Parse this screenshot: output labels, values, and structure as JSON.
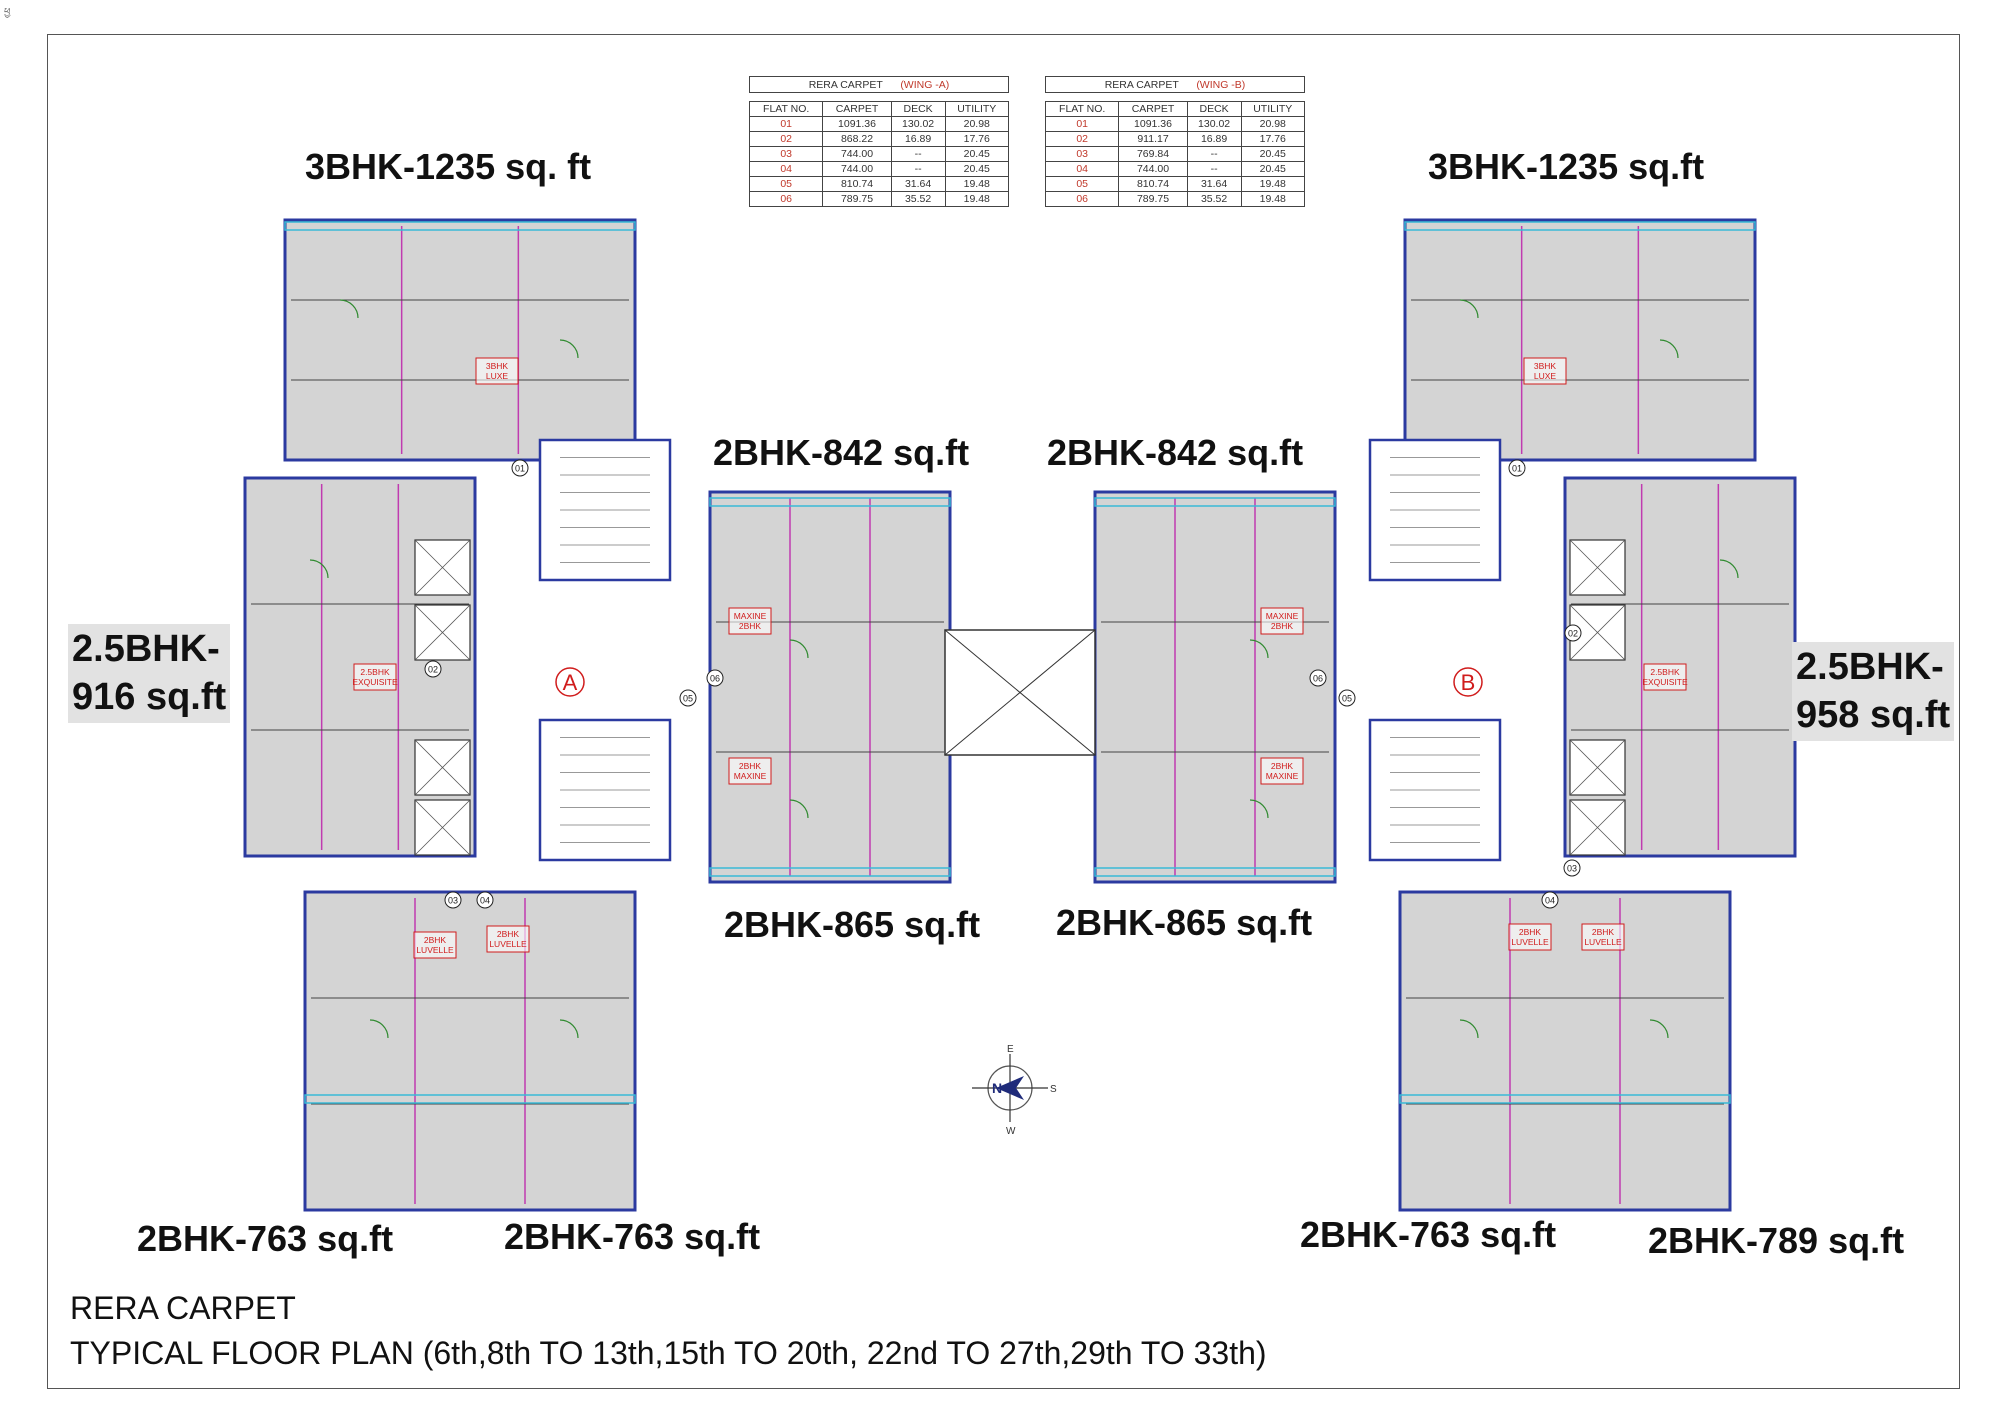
{
  "corner_mark": "ཕྱ",
  "tables": [
    {
      "title": "RERA CARPET",
      "wing": "(WING -A)",
      "headers": [
        "FLAT NO.",
        "CARPET",
        "DECK",
        "UTILITY"
      ],
      "rows": [
        [
          "01",
          "1091.36",
          "130.02",
          "20.98"
        ],
        [
          "02",
          "868.22",
          "16.89",
          "17.76"
        ],
        [
          "03",
          "744.00",
          "--",
          "20.45"
        ],
        [
          "04",
          "744.00",
          "--",
          "20.45"
        ],
        [
          "05",
          "810.74",
          "31.64",
          "19.48"
        ],
        [
          "06",
          "789.75",
          "35.52",
          "19.48"
        ]
      ]
    },
    {
      "title": "RERA CARPET",
      "wing": "(WING -B)",
      "headers": [
        "FLAT NO.",
        "CARPET",
        "DECK",
        "UTILITY"
      ],
      "rows": [
        [
          "01",
          "1091.36",
          "130.02",
          "20.98"
        ],
        [
          "02",
          "911.17",
          "16.89",
          "17.76"
        ],
        [
          "03",
          "769.84",
          "--",
          "20.45"
        ],
        [
          "04",
          "744.00",
          "--",
          "20.45"
        ],
        [
          "05",
          "810.74",
          "31.64",
          "19.48"
        ],
        [
          "06",
          "789.75",
          "35.52",
          "19.48"
        ]
      ]
    }
  ],
  "labels": {
    "tl_3bhk": "3BHK-1235 sq. ft",
    "tr_3bhk": "3BHK-1235 sq.ft",
    "c_2bhk_842_a": "2BHK-842 sq.ft",
    "c_2bhk_842_b": "2BHK-842 sq.ft",
    "l_25bhk": "2.5BHK-\n916 sq.ft",
    "r_25bhk": "2.5BHK-\n958 sq.ft",
    "c_2bhk_865_a": "2BHK-865 sq.ft",
    "c_2bhk_865_b": "2BHK-865 sq.ft",
    "bl_2bhk_763_a": "2BHK-763 sq.ft",
    "bl_2bhk_763_b": "2BHK-763 sq.ft",
    "br_2bhk_763": "2BHK-763 sq.ft",
    "br_2bhk_789": "2BHK-789 sq.ft"
  },
  "footer": {
    "line1": "RERA CARPET",
    "line2": "TYPICAL FLOOR  PLAN (6th,8th TO 13th,15th TO 20th, 22nd TO 27th,29th TO 33th)"
  },
  "wing_markers": {
    "a": "A",
    "b": "B"
  },
  "unit_tags": {
    "luxe": "3BHK\nLUXE",
    "exquisite": "2.5BHK\nEXQUISITE",
    "maxine_a": "MAXINE\n2BHK",
    "maxine_b": "2BHK\nMAXINE",
    "luvelle": "2BHK\nLUVELLE"
  },
  "flat_numbers": [
    "01",
    "02",
    "03",
    "04",
    "05",
    "06"
  ],
  "compass": {
    "n": "N",
    "e": "E",
    "s": "S",
    "w": "W"
  },
  "colors": {
    "wall_outline": "#2b3aa0",
    "partition": "#c03bb0",
    "room_fill": "#d4d4d4",
    "balcony": "#39b9d6",
    "tag_red": "#d01c1c",
    "door_green": "#2f8a2f"
  }
}
